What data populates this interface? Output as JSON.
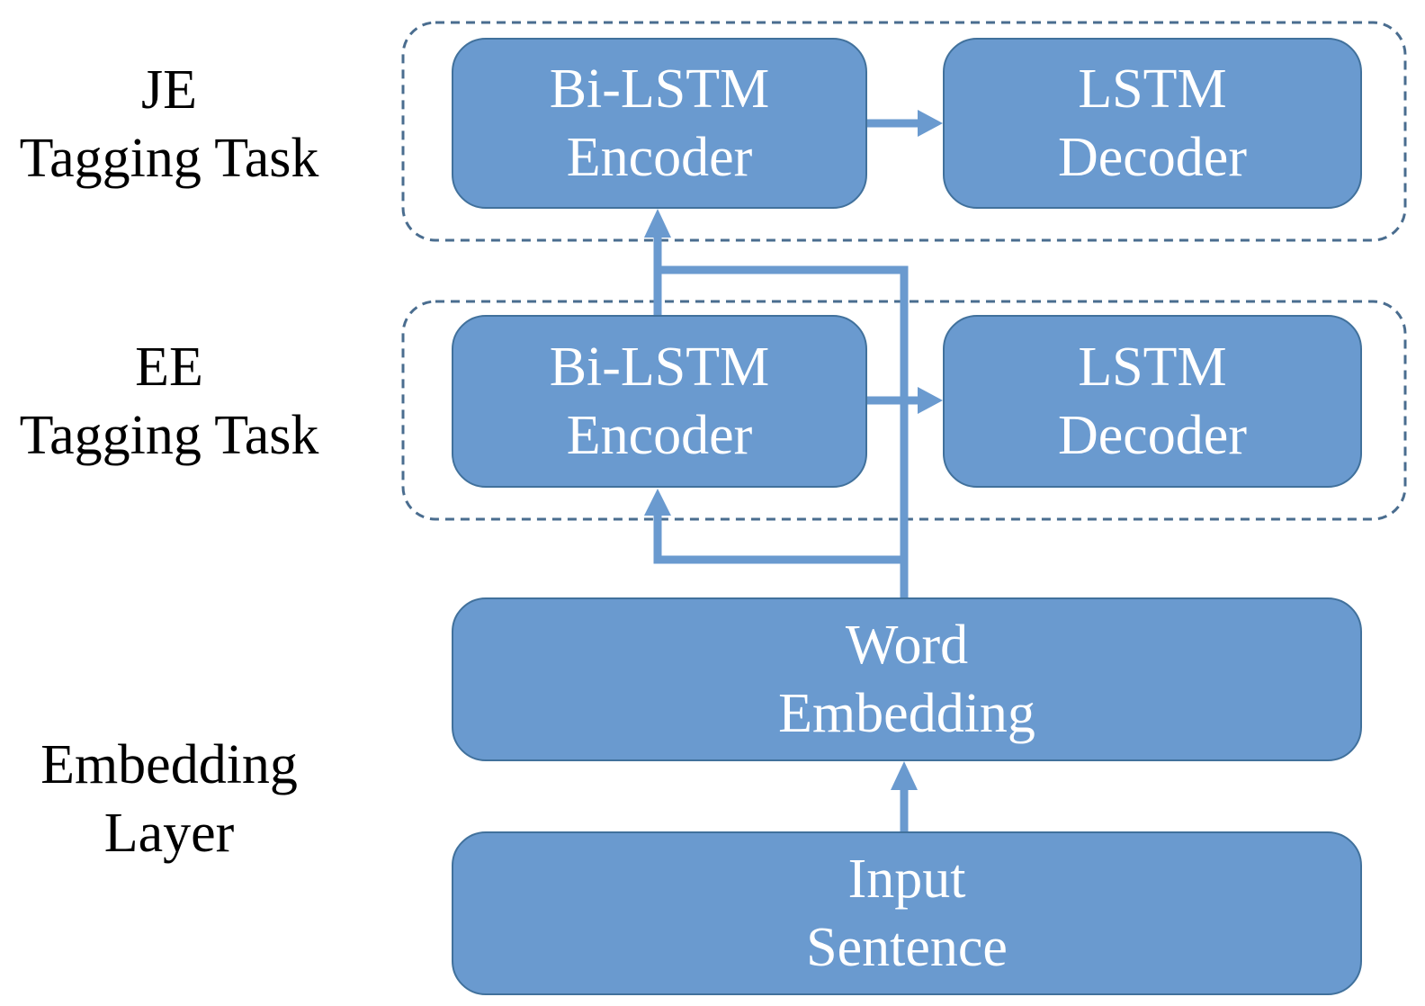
{
  "colors": {
    "box_fill": "#6a9acf",
    "box_border": "#41719c",
    "arrow": "#6a9acf",
    "group_border": "#4a6d8f",
    "label_text": "#000000",
    "box_text": "#ffffff"
  },
  "row_labels": {
    "je": {
      "line1": "JE",
      "line2": "Tagging Task"
    },
    "ee": {
      "line1": "EE",
      "line2": "Tagging Task"
    },
    "embedding": {
      "line1": "Embedding",
      "line2": "Layer"
    }
  },
  "je_group": {
    "encoder": {
      "line1": "Bi-LSTM",
      "line2": "Encoder"
    },
    "decoder": {
      "line1": "LSTM",
      "line2": "Decoder"
    }
  },
  "ee_group": {
    "encoder": {
      "line1": "Bi-LSTM",
      "line2": "Encoder"
    },
    "decoder": {
      "line1": "LSTM",
      "line2": "Decoder"
    }
  },
  "word_embedding": {
    "line1": "Word",
    "line2": "Embedding"
  },
  "input_sentence": {
    "line1": "Input",
    "line2": "Sentence"
  }
}
